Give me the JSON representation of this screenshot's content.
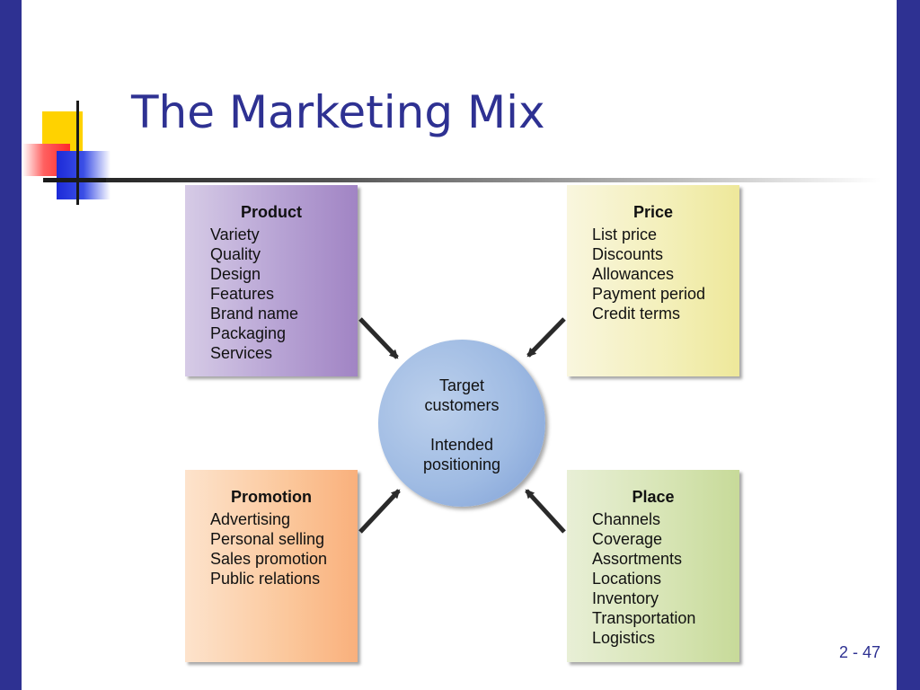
{
  "title": "The Marketing Mix",
  "center": {
    "line1": "Target",
    "line2": "customers",
    "line3": "Intended",
    "line4": "positioning"
  },
  "boxes": {
    "product": {
      "heading": "Product",
      "items": [
        "Variety",
        "Quality",
        "Design",
        "Features",
        "Brand name",
        "Packaging",
        "Services"
      ]
    },
    "price": {
      "heading": "Price",
      "items": [
        "List price",
        "Discounts",
        "Allowances",
        "Payment period",
        "Credit terms"
      ]
    },
    "promotion": {
      "heading": "Promotion",
      "items": [
        "Advertising",
        "Personal selling",
        "Sales promotion",
        "Public relations"
      ]
    },
    "place": {
      "heading": "Place",
      "items": [
        "Channels",
        "Coverage",
        "Assortments",
        "Locations",
        "Inventory",
        "Transportation",
        "Logistics"
      ]
    }
  },
  "page_number": "2 - 47",
  "colors": {
    "border": "#2e3192",
    "title": "#2e3192",
    "product": "#a184c4",
    "price": "#eee89a",
    "promotion": "#f9b07c",
    "place": "#c7da99",
    "center": "#7e9fd6"
  }
}
